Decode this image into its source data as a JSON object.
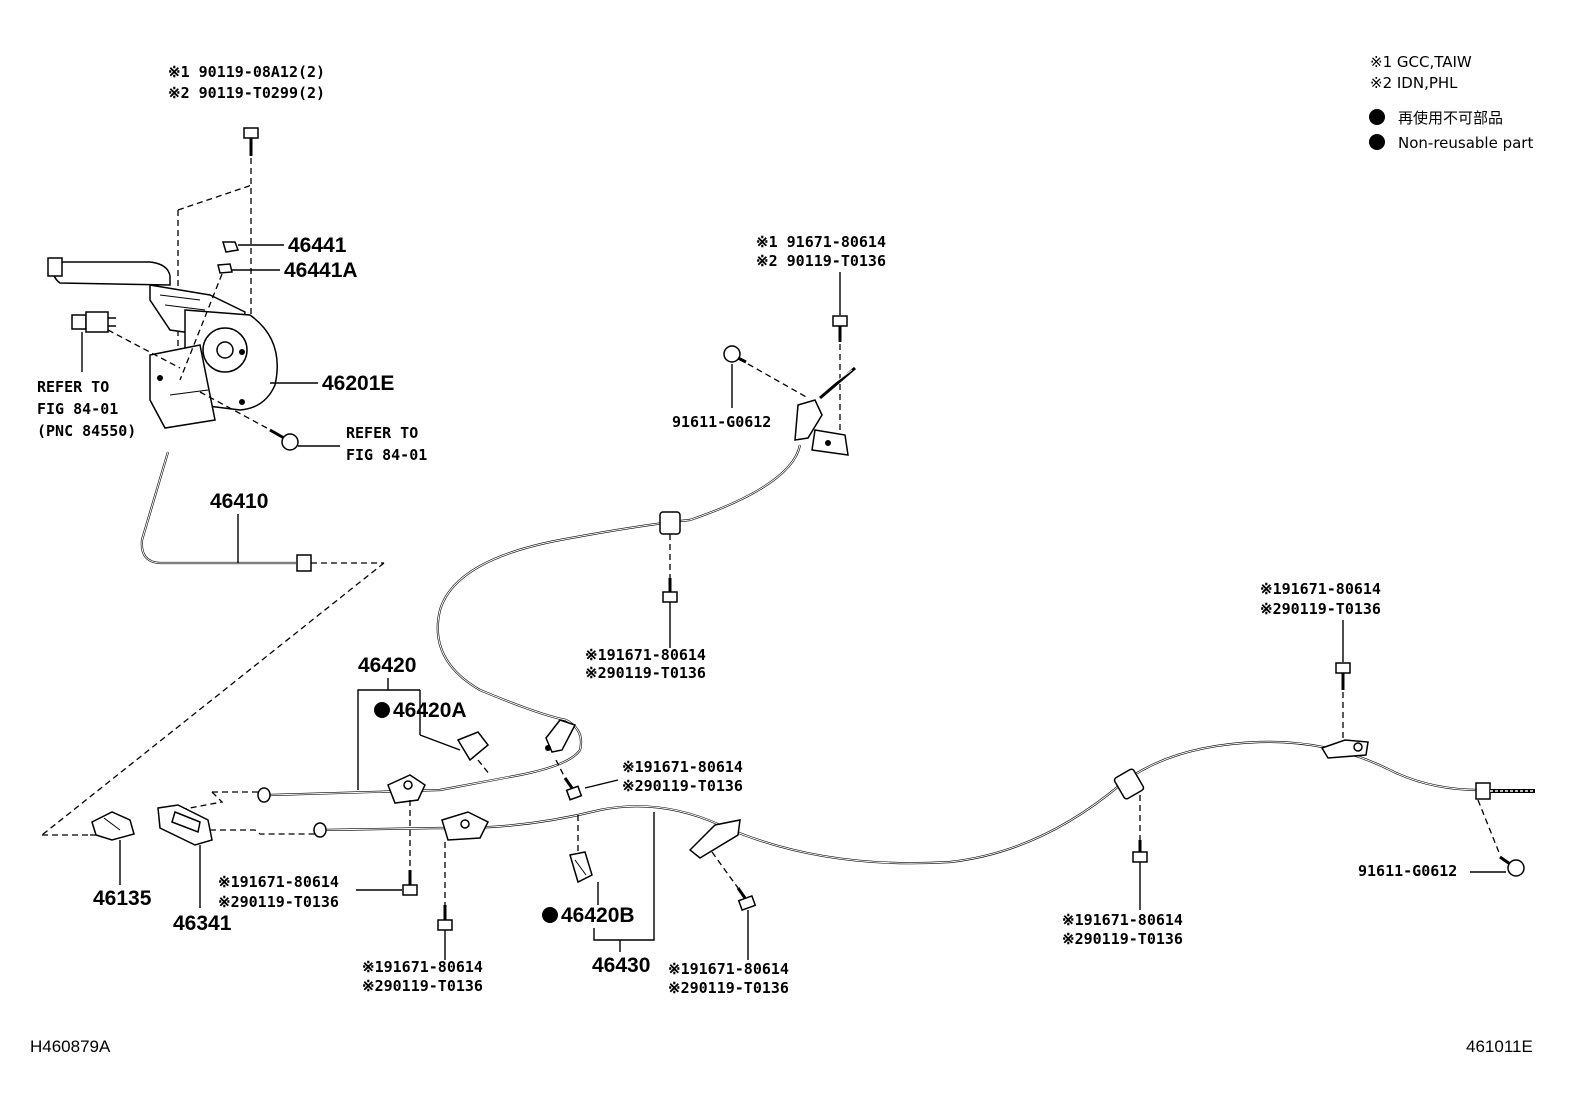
{
  "legend": {
    "variant1": "※1 GCC,TAIW",
    "variant2": "※2 IDN,PHL",
    "nonreusable_jp": "再使用不可部品",
    "nonreusable_en": "Non-reusable part"
  },
  "codes": {
    "left": "H460879A",
    "right": "461011E"
  },
  "labels": {
    "top_bolt_1": "※1 90119-08A12(2)",
    "top_bolt_2": "※2 90119-T0299(2)",
    "p46441": "46441",
    "p46441A": "46441A",
    "p46201E": "46201E",
    "refer_left_1": "REFER TO",
    "refer_left_2": "FIG 84-01",
    "refer_left_3": "(PNC 84550)",
    "refer_mid_1": "REFER TO",
    "refer_mid_2": "FIG 84-01",
    "p46410": "46410",
    "upper_bolt_1": "※1 91671-80614",
    "upper_bolt_2": "※2 90119-T0136",
    "p91611_left": "91611-G0612",
    "mid_clip_1": "※191671-80614",
    "mid_clip_2": "※290119-T0136",
    "p46420": "46420",
    "p46420A": "46420A",
    "center_bolt_1": "※191671-80614",
    "center_bolt_2": "※290119-T0136",
    "right_top_1": "※191671-80614",
    "right_top_2": "※290119-T0136",
    "p91611_right": "91611-G0612",
    "p46135": "46135",
    "p46341": "46341",
    "lower_left_1": "※191671-80614",
    "lower_left_2": "※290119-T0136",
    "lower_left2_1": "※191671-80614",
    "lower_left2_2": "※290119-T0136",
    "p46420B": "46420B",
    "p46430": "46430",
    "lower_mid_1": "※191671-80614",
    "lower_mid_2": "※290119-T0136",
    "lower_right_1": "※191671-80614",
    "lower_right_2": "※290119-T0136"
  }
}
